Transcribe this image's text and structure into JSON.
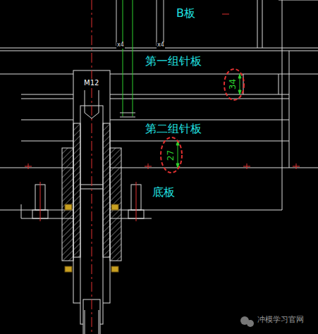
{
  "diagram": {
    "nodes": [
      {
        "text": [
          "B板"
        ]
      },
      {
        "text": [
          "第一组针板"
        ]
      },
      {
        "text": [
          "第二组针板"
        ]
      },
      {
        "text": [
          "底板"
        ]
      }
    ],
    "labels": [
      "M12",
      "x4",
      "x4",
      "34",
      "27",
      "冲模学习官网"
    ]
  }
}
